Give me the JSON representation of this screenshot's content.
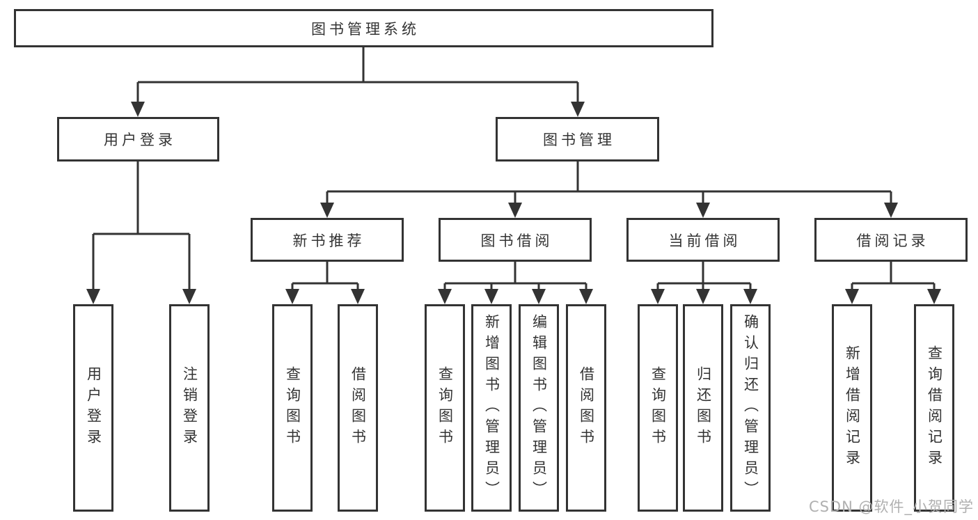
{
  "diagram": {
    "type": "tree",
    "title": "图书管理系统"
  },
  "hierarchy": {
    "label": "图书管理系统",
    "children": [
      {
        "label": "用户登录",
        "children": [
          {
            "label": "用户登录"
          },
          {
            "label": "注销登录"
          }
        ]
      },
      {
        "label": "图书管理",
        "children": [
          {
            "label": "新书推荐",
            "children": [
              {
                "label": "查询图书"
              },
              {
                "label": "借阅图书"
              }
            ]
          },
          {
            "label": "图书借阅",
            "children": [
              {
                "label": "查询图书"
              },
              {
                "label": "新增图书（管理员）"
              },
              {
                "label": "编辑图书（管理员）"
              },
              {
                "label": "借阅图书"
              }
            ]
          },
          {
            "label": "当前借阅",
            "children": [
              {
                "label": "查询图书"
              },
              {
                "label": "归还图书"
              },
              {
                "label": "确认归还（管理员）"
              }
            ]
          },
          {
            "label": "借阅记录",
            "children": [
              {
                "label": "新增借阅记录"
              },
              {
                "label": "查询借阅记录"
              }
            ]
          }
        ]
      }
    ]
  },
  "watermark": {
    "text": "CSDN @软件_小贺同学"
  },
  "colors": {
    "line": "#333333",
    "box_border": "#333333",
    "box_background": "#ffffff",
    "text": "#333333",
    "watermark": "#b0b0b0"
  }
}
